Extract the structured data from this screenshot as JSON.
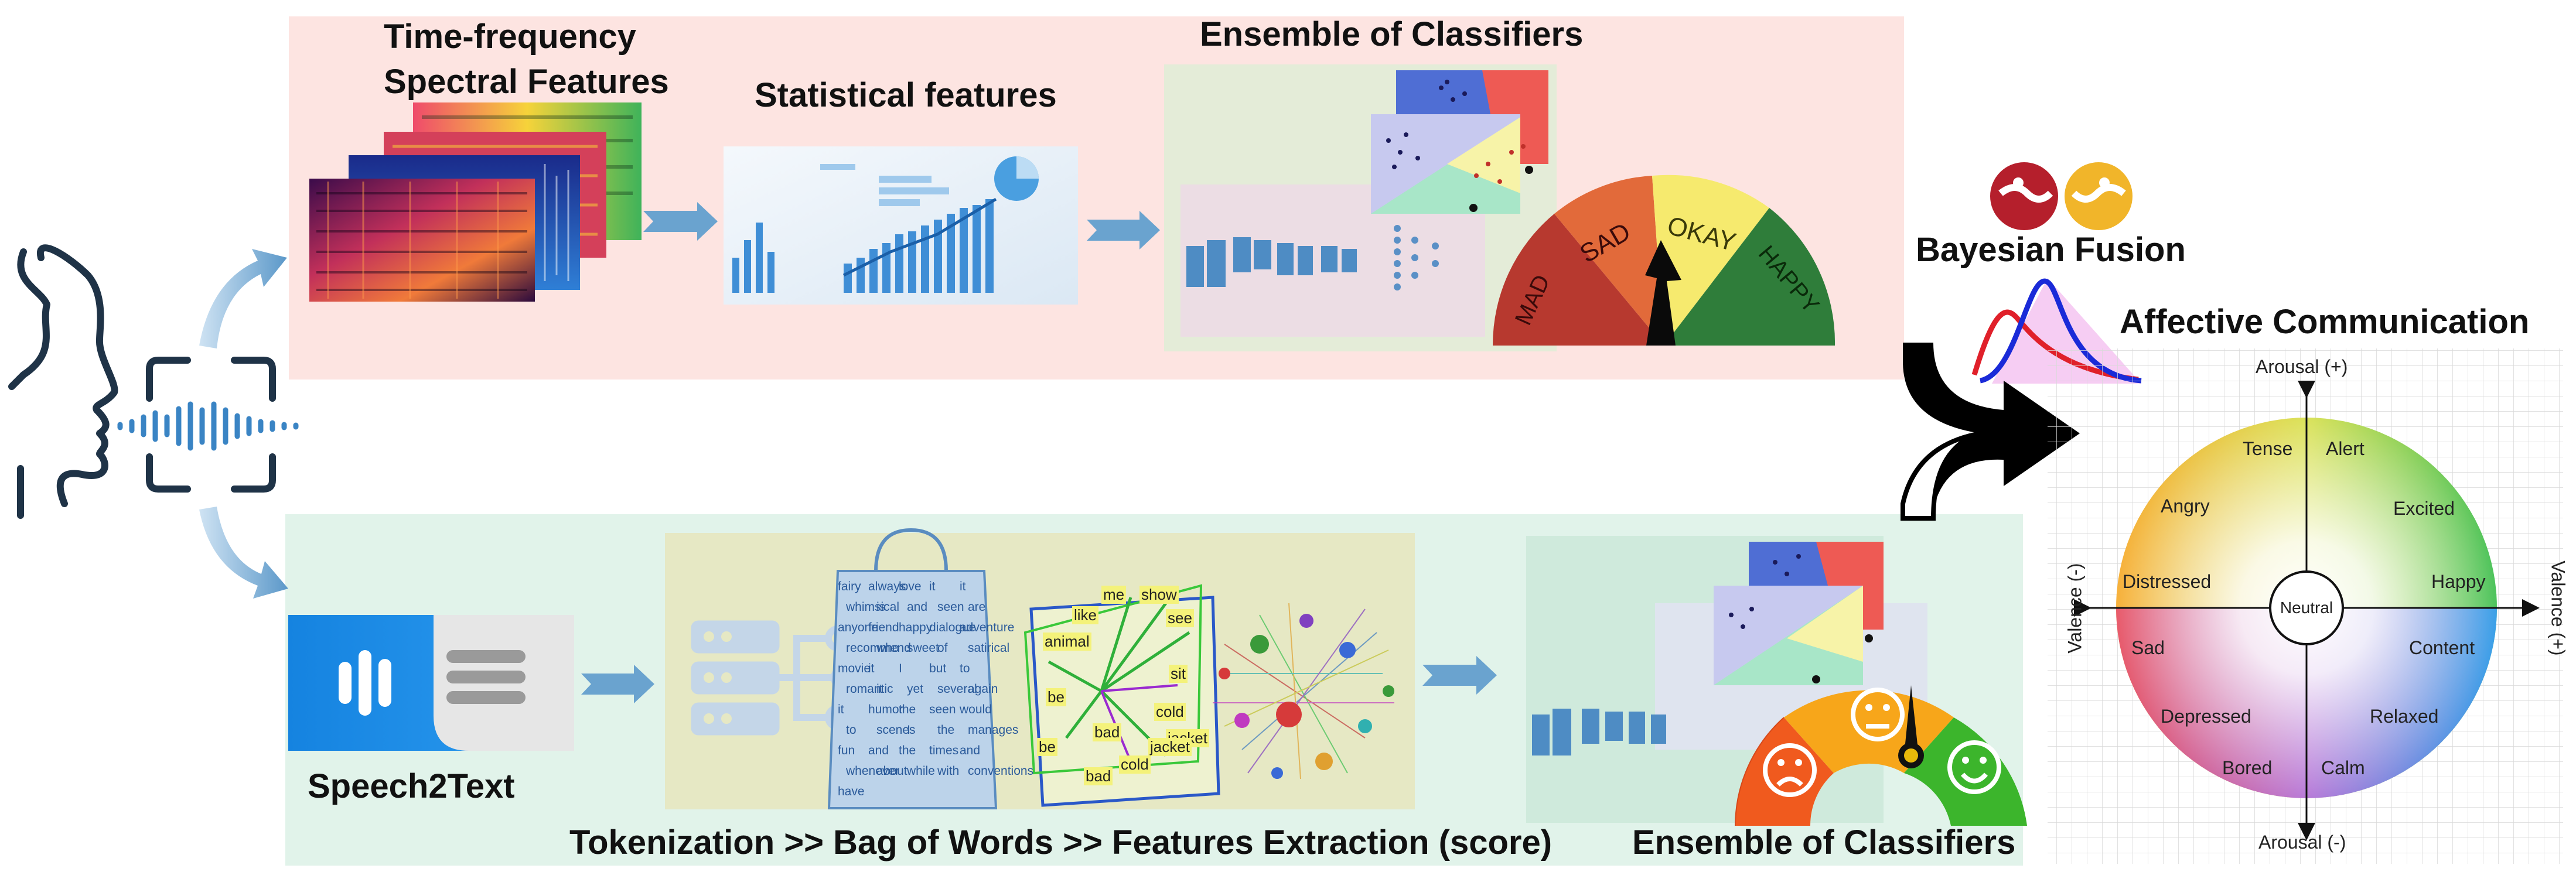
{
  "top_branch": {
    "spectral_title_line1": "Time-frequency",
    "spectral_title_line2": "Spectral Features",
    "statistical_title": "Statistical features",
    "ensemble_title": "Ensemble of Classifiers",
    "gauge_labels": [
      "MAD",
      "SAD",
      "OKAY",
      "HAPPY"
    ]
  },
  "bottom_branch": {
    "speech2text_label": "Speech2Text",
    "pipeline_label": "Tokenization >> Bag of Words >> Features Extraction (score)",
    "ensemble_title": "Ensemble of Classifiers",
    "bag_words": [
      "fairy",
      "always",
      "love",
      "it",
      "it",
      "whimsical",
      "is",
      "and",
      "seen",
      "are",
      "anyone",
      "friend",
      "happy",
      "dialogue",
      "adventure",
      "recommend",
      "who",
      "sweet",
      "of",
      "satirical",
      "movie",
      "it",
      "I",
      "but",
      "to",
      "romantic",
      "it",
      "yet",
      "several",
      "again",
      "it",
      "humor",
      "the",
      "seen",
      "would",
      "to",
      "scenes",
      "I",
      "the",
      "manages",
      "fun",
      "and",
      "the",
      "times",
      "and",
      "whenever",
      "about",
      "while",
      "with",
      "conventions",
      "have"
    ],
    "graph_words": [
      "me",
      "show",
      "like",
      "see",
      "animal",
      "be",
      "sit",
      "bad",
      "cold",
      "jacket",
      "be",
      "bad",
      "cold",
      "jacket"
    ]
  },
  "fusion": {
    "title": "Bayesian Fusion"
  },
  "affective": {
    "title": "Affective Communication",
    "arousal_pos": "Arousal (+)",
    "arousal_neg": "Arousal (-)",
    "valence_neg": "Valence (-)",
    "valence_pos": "Valence (+)",
    "center": "Neutral",
    "emotions": {
      "tense": "Tense",
      "alert": "Alert",
      "angry": "Angry",
      "excited": "Excited",
      "distressed": "Distressed",
      "happy": "Happy",
      "sad": "Sad",
      "content": "Content",
      "depressed": "Depressed",
      "relaxed": "Relaxed",
      "bored": "Bored",
      "calm": "Calm"
    }
  },
  "colors": {
    "top_panel": "#fde4e1",
    "bottom_panel": "#e1f3ea",
    "flow_arrow": "#6aa3cf",
    "speech_blue": "#1b8be0",
    "gauge_red": "#b53a2e",
    "gauge_orange": "#e8723a",
    "gauge_yellow": "#f6eb70",
    "gauge_green": "#2f7d3a"
  }
}
